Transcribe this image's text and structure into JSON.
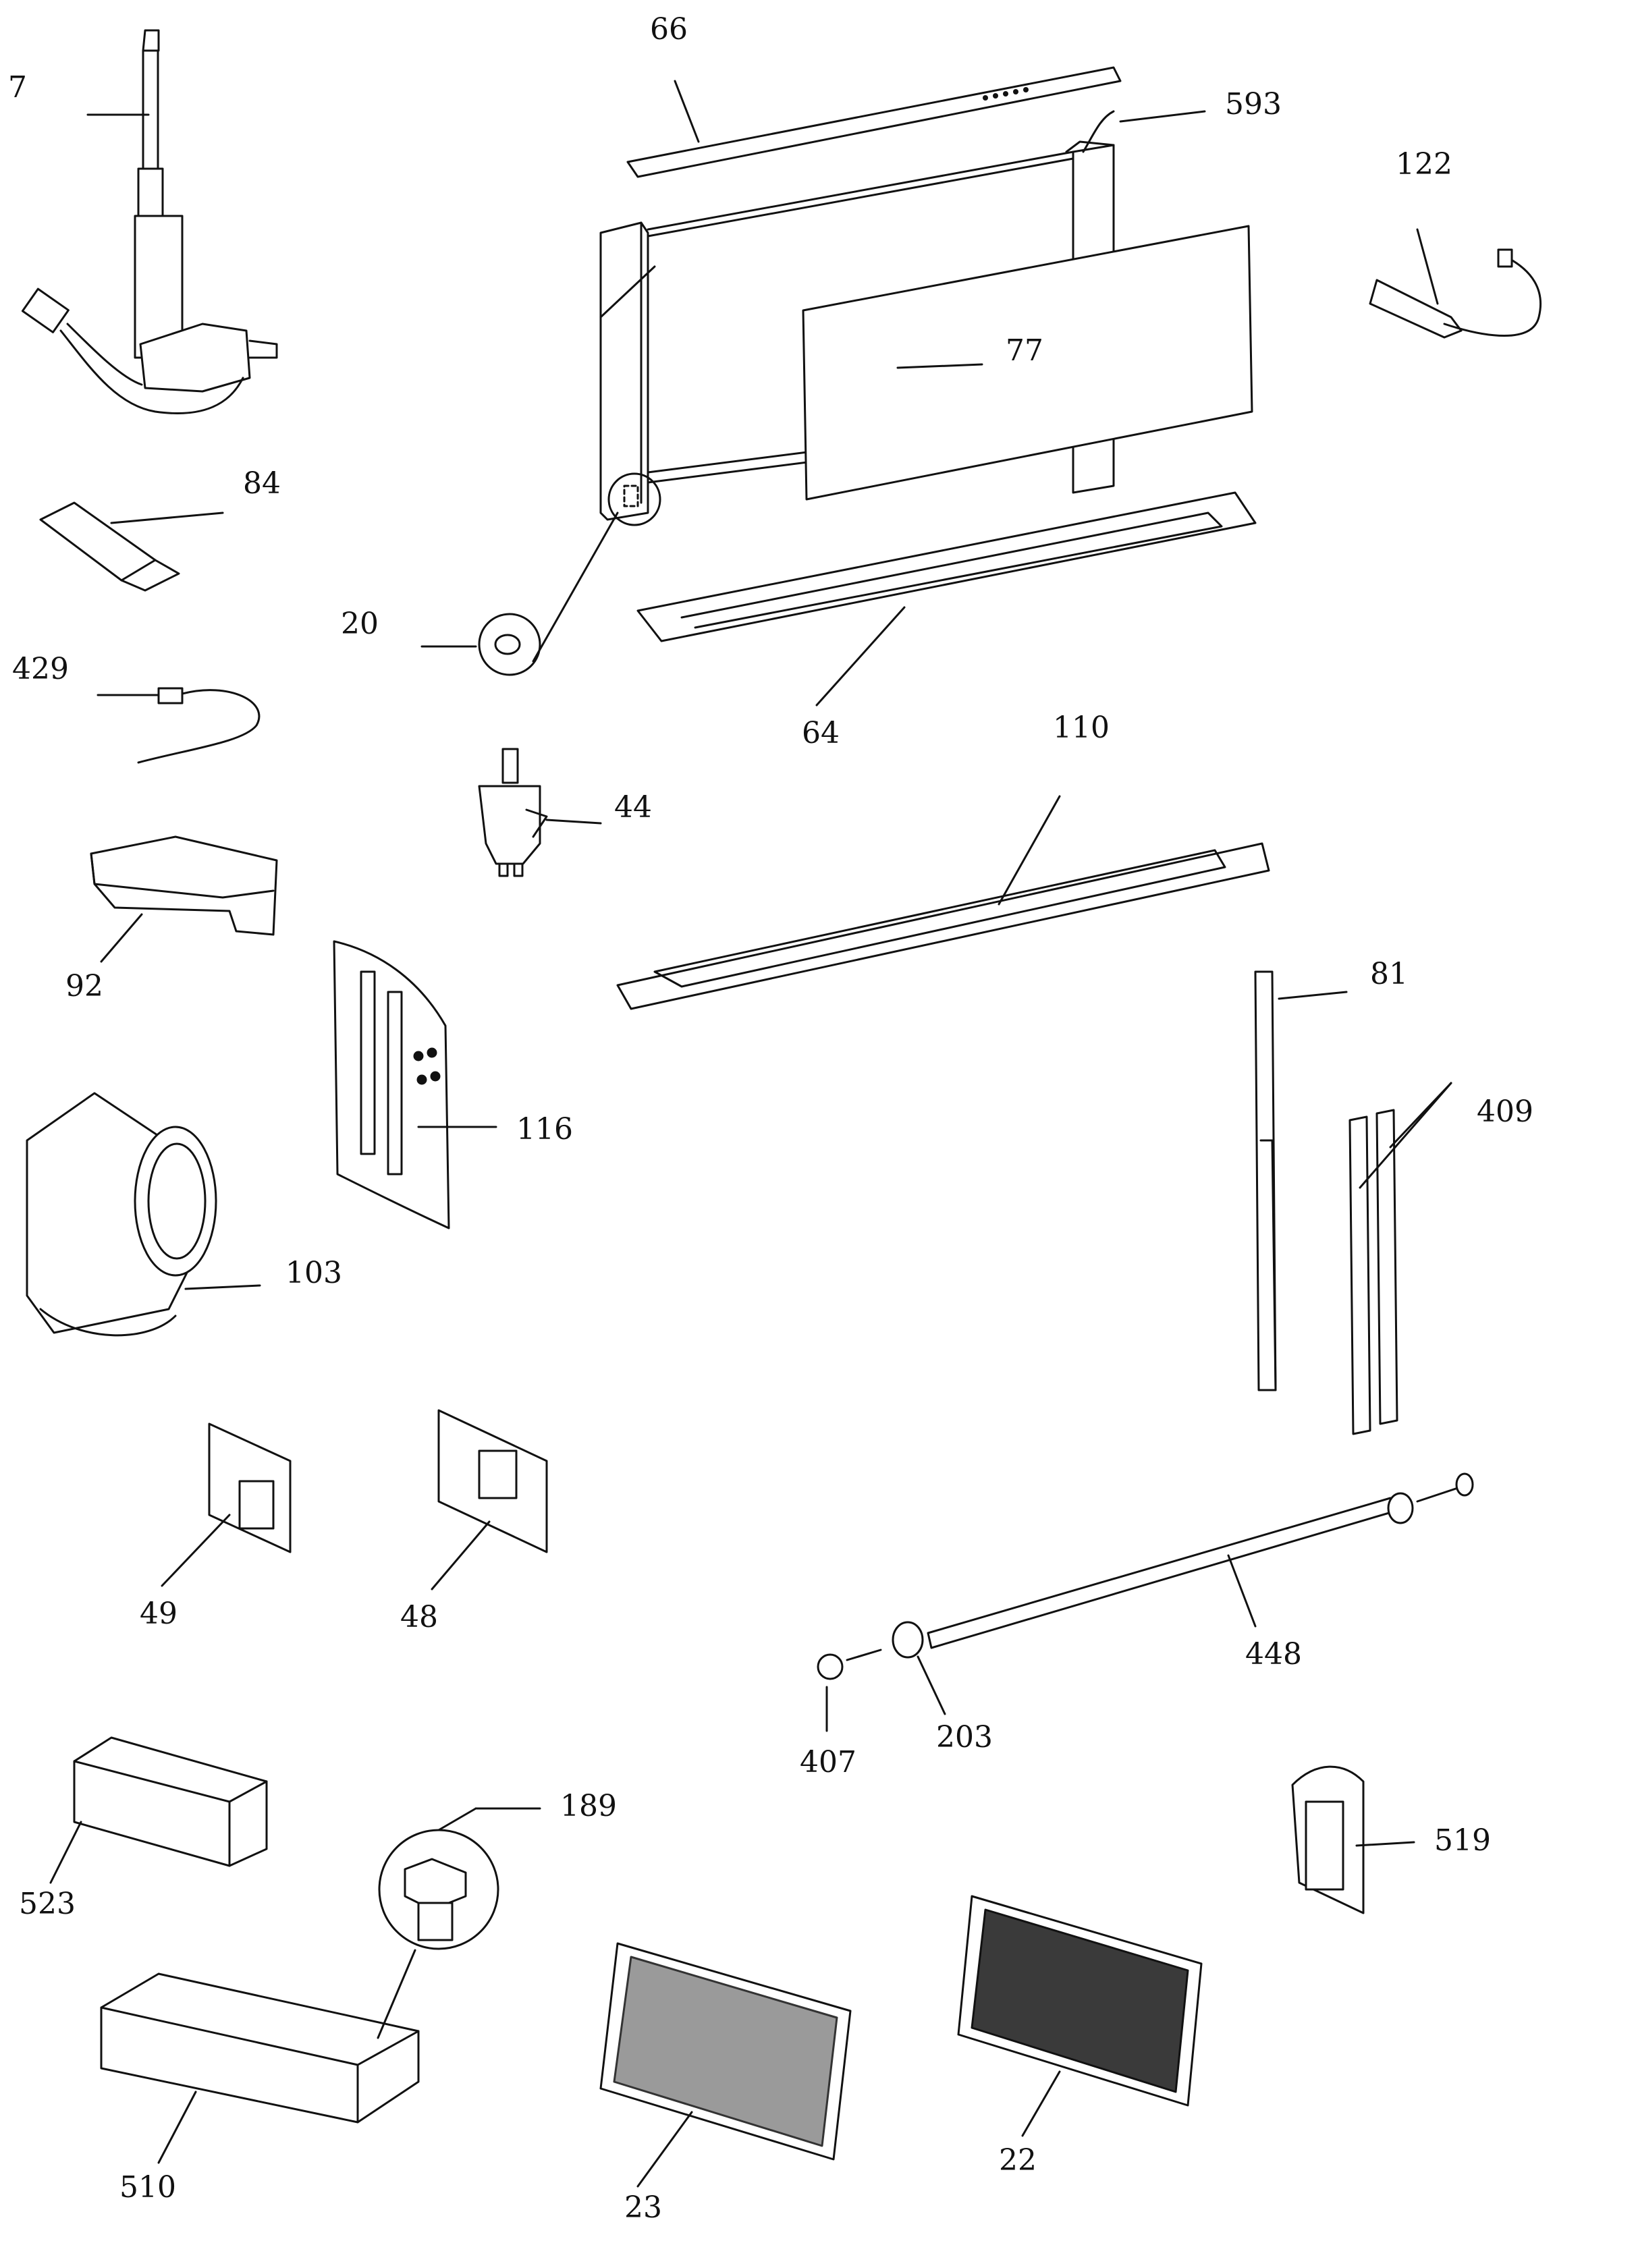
{
  "diagram": {
    "labels": {
      "p7": "7",
      "p66": "66",
      "p593": "593",
      "p122": "122",
      "p77": "77",
      "p84": "84",
      "p20": "20",
      "p429": "429",
      "p64": "64",
      "p110": "110",
      "p44": "44",
      "p92": "92",
      "p81": "81",
      "p409": "409",
      "p116": "116",
      "p103": "103",
      "p49": "49",
      "p48": "48",
      "p448": "448",
      "p203": "203",
      "p407": "407",
      "p189": "189",
      "p519": "519",
      "p523": "523",
      "p510": "510",
      "p23": "23",
      "p22": "22"
    }
  }
}
